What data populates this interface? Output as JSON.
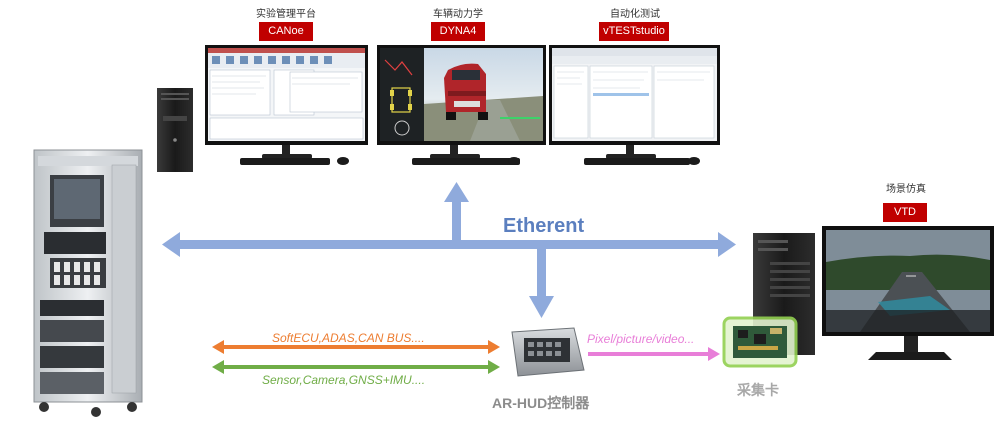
{
  "monitors": [
    {
      "caption": "实验管理平台",
      "tag": "CANoe"
    },
    {
      "caption": "车辆动力学",
      "tag": "DYNA4"
    },
    {
      "caption": "自动化测试",
      "tag": "vTESTstudio"
    }
  ],
  "scene": {
    "caption": "场景仿真",
    "tag": "VTD"
  },
  "network_label": "Etherent",
  "links": {
    "top": "SoftECU,ADAS,CAN BUS....",
    "bottom": "Sensor,Camera,GNSS+IMU....",
    "video": "Pixel/picture/video..."
  },
  "device_labels": {
    "controller": "AR-HUD控制器",
    "capture": "采集卡"
  },
  "colors": {
    "tag_red": "#c00000",
    "network_blue": "#8faadc",
    "network_text": "#5b7fbf",
    "orange": "#ed7d31",
    "green": "#70ad47",
    "pink": "#e87ed8",
    "capture_glow": "#92d050"
  }
}
